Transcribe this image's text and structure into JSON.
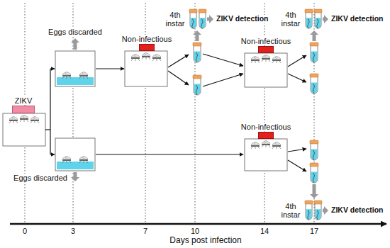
{
  "diagram": {
    "nodes": [
      {
        "text": [
          "ZIKV"
        ]
      },
      {
        "text": [
          "Non-infectious"
        ]
      },
      {
        "text": [
          "Non-infectious"
        ]
      },
      {
        "text": [
          "Non-infectious"
        ]
      }
    ],
    "labels": [
      "Eggs discarded",
      "4th instar",
      "ZIKV detection",
      "4th instar",
      "ZIKV detection",
      "Eggs discarded",
      "4th instar",
      "ZIKV detection",
      "0",
      "3",
      "7",
      "10",
      "14",
      "17",
      "Days post infection"
    ]
  }
}
